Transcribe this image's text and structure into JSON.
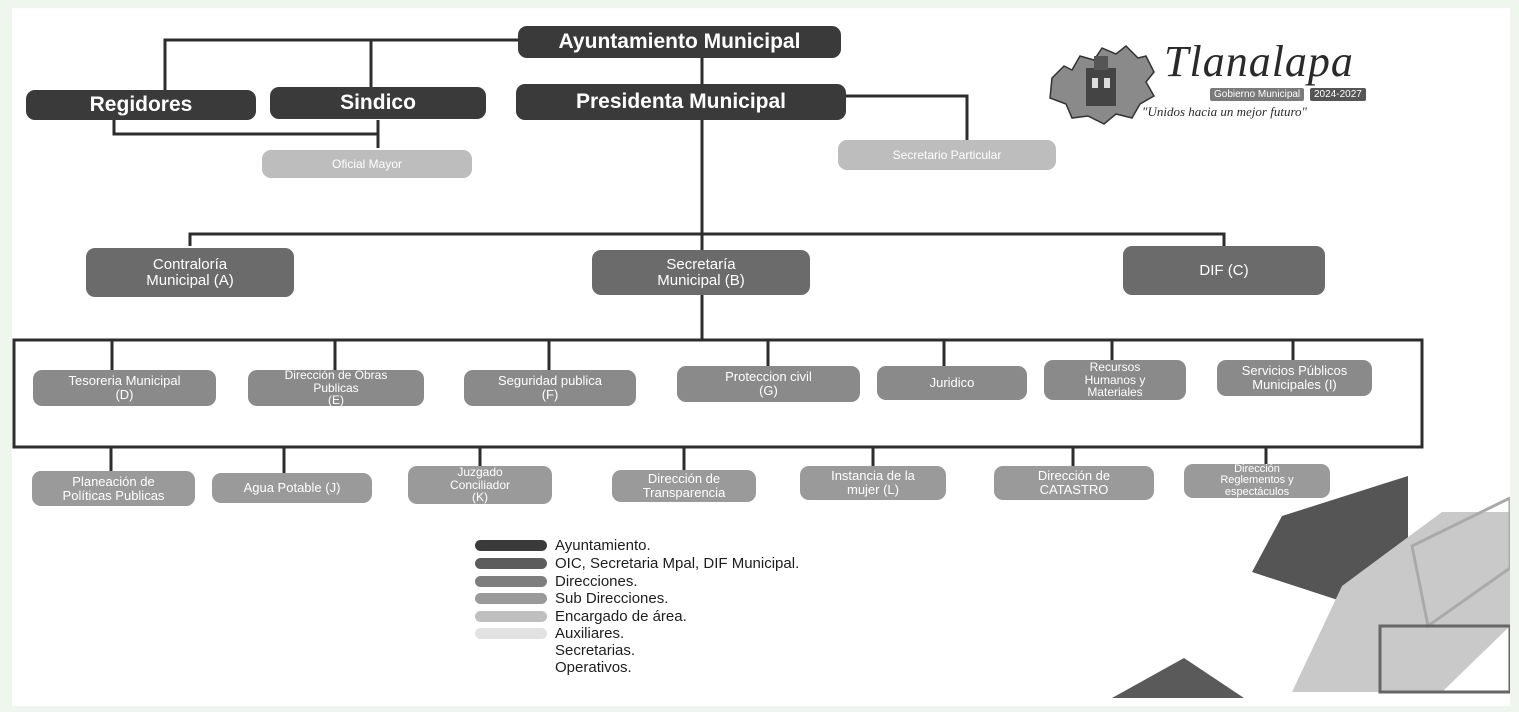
{
  "top": {
    "ayuntamiento": "Ayuntamiento Municipal",
    "regidores": "Regidores",
    "sindico": "Sindico",
    "presidenta": "Presidenta Municipal",
    "oficial_mayor": "Oficial Mayor",
    "secretario_particular": "Secretario Particular"
  },
  "second": {
    "contraloria": "Contraloría\nMunicipal (A)",
    "secretaria": "Secretaría\nMunicipal (B)",
    "dif": "DIF (C)"
  },
  "directions_row1": [
    "Tesoreria Municipal\n(D)",
    "Dirección de Obras\nPublicas\n(E)",
    "Seguridad publica\n(F)",
    "Proteccion civil\n(G)",
    "Juridico",
    "Recursos\nHumanos y\nMateriales",
    "Servicios Públicos\nMunicipales (I)"
  ],
  "directions_row2": [
    "Planeación de\nPolíticas Publicas",
    "Agua Potable (J)",
    "Juzgado\nConciliador\n(K)",
    "Dirección de\nTransparencia",
    "Instancia de la\nmujer (L)",
    "Dirección de\nCATASTRO",
    "Dirección\nReglementos y\nespectáculos"
  ],
  "legend": [
    {
      "label": "Ayuntamiento.",
      "color": "#3a3a3a"
    },
    {
      "label": "OIC, Secretaria Mpal, DIF Municipal.",
      "color": "#5c5c5c"
    },
    {
      "label": "Direcciones.",
      "color": "#7e7e7e"
    },
    {
      "label": "Sub Direcciones.",
      "color": "#9a9a9a"
    },
    {
      "label": "Encargado de área.",
      "color": "#bfbfbf"
    },
    {
      "label": "Auxiliares.",
      "color": "#e2e2e2"
    },
    {
      "label": "Secretarias.",
      "color": "transparent"
    },
    {
      "label": "Operativos.",
      "color": "transparent"
    }
  ],
  "logo": {
    "name": "Tlanalapa",
    "gobierno": "Gobierno Municipal",
    "period": "2024-2027",
    "slogan": "\"Unidos hacia un mejor futuro\""
  },
  "colors": {
    "level1": "#3a3a3a",
    "level2": "#6b6b6b",
    "level3": "#8a8a8a",
    "level5": "#bdbdbd",
    "connector": "#2d2d2d",
    "page_bg": "#eef6ee"
  }
}
